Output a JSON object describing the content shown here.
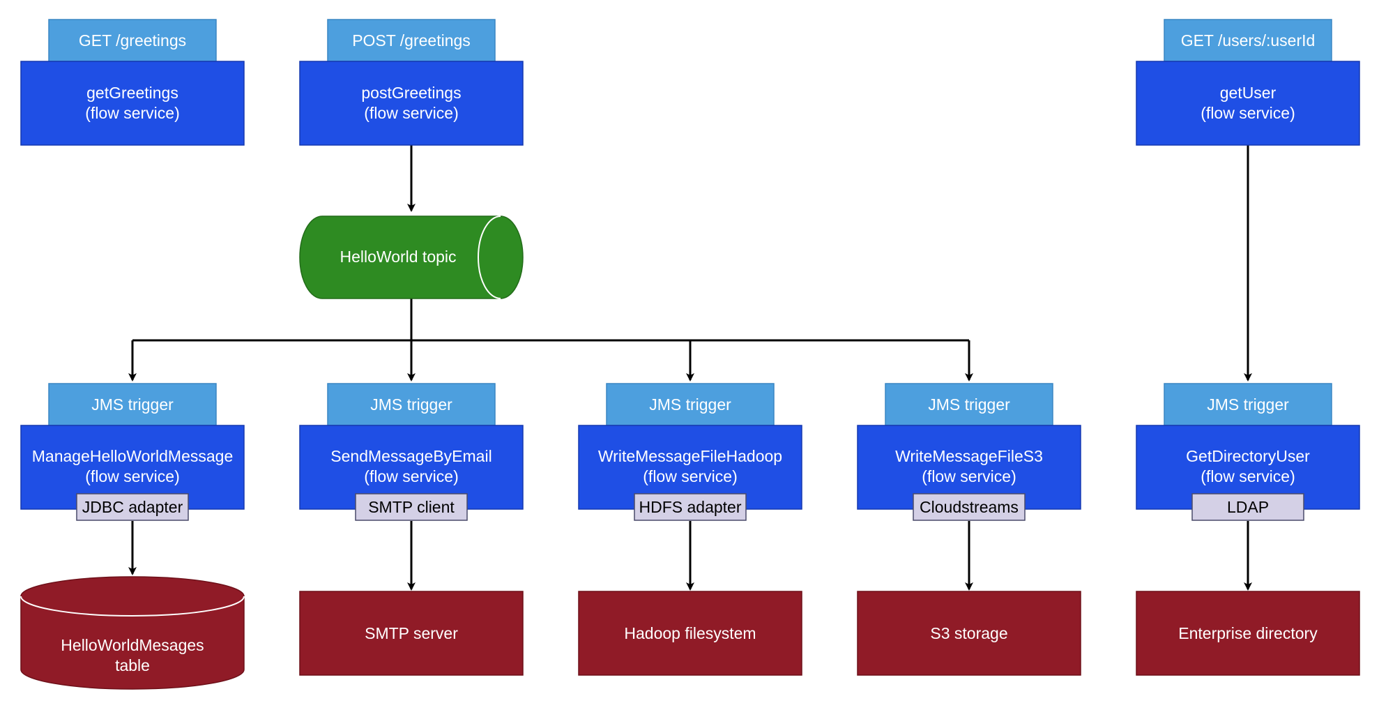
{
  "colors": {
    "endpoint_tab": "#4d9fde",
    "service_box": "#1f4fe5",
    "adapter_tag": "#d4d0e6",
    "topic": "#2e8b22",
    "target": "#901b27",
    "edge": "#000000"
  },
  "endpoints": {
    "get_greetings": "GET /greetings",
    "post_greetings": "POST /greetings",
    "get_user": "GET /users/:userId"
  },
  "services": {
    "get_greetings": {
      "name": "getGreetings",
      "kind": "(flow service)"
    },
    "post_greetings": {
      "name": "postGreetings",
      "kind": "(flow service)"
    },
    "get_user": {
      "name": "getUser",
      "kind": "(flow service)"
    },
    "manage_message": {
      "name": "ManageHelloWorldMessage",
      "kind": "(flow service)"
    },
    "send_email": {
      "name": "SendMessageByEmail",
      "kind": "(flow service)"
    },
    "write_hadoop": {
      "name": "WriteMessageFileHadoop",
      "kind": "(flow service)"
    },
    "write_s3": {
      "name": "WriteMessageFileS3",
      "kind": "(flow service)"
    },
    "get_directory_user": {
      "name": "GetDirectoryUser",
      "kind": "(flow service)"
    }
  },
  "triggers": {
    "manage_message": "JMS trigger",
    "send_email": "JMS trigger",
    "write_hadoop": "JMS trigger",
    "write_s3": "JMS trigger",
    "get_directory_user": "JMS trigger"
  },
  "adapters": {
    "jdbc": "JDBC adapter",
    "smtp": "SMTP client",
    "hdfs": "HDFS adapter",
    "cloudstreams": "Cloudstreams",
    "ldap": "LDAP"
  },
  "topic": {
    "label": "HelloWorld topic"
  },
  "targets": {
    "table_line1": "HelloWorldMesages",
    "table_line2": "table",
    "smtp_server": "SMTP server",
    "hadoop_fs": "Hadoop filesystem",
    "s3_storage": "S3 storage",
    "enterprise_directory": "Enterprise directory"
  }
}
